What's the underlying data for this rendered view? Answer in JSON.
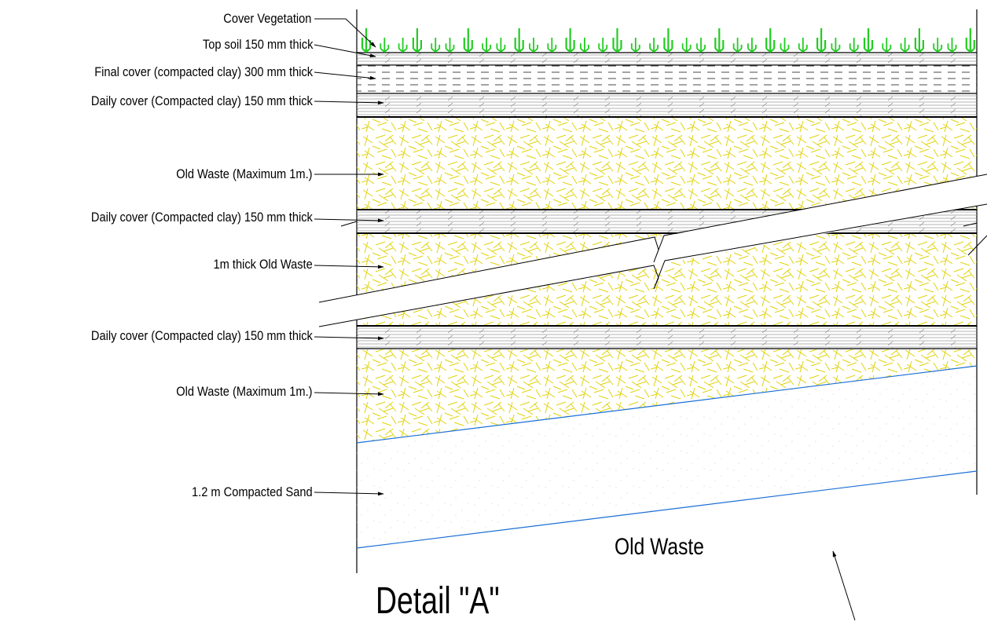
{
  "drawing": {
    "labels": [
      "Cover Vegetation",
      "Top soil 150 mm thick",
      "Final cover (compacted clay) 300 mm thick",
      "Daily cover (Compacted clay) 150 mm thick",
      "Old Waste (Maximum 1m.)",
      "Daily cover (Compacted clay) 150 mm thick",
      "1m thick Old Waste",
      "Daily cover (Compacted clay) 150 mm thick",
      "Old Waste (Maximum 1m.)",
      "1.2 m Compacted Sand"
    ],
    "bottom_label": "Old Waste",
    "detail_title": "Detail \"A\""
  },
  "colors": {
    "waste_hatch": "#e0d20a",
    "vegetation": "#22cc22",
    "boundary_line": "#1a6fd6",
    "ink": "#000000"
  }
}
